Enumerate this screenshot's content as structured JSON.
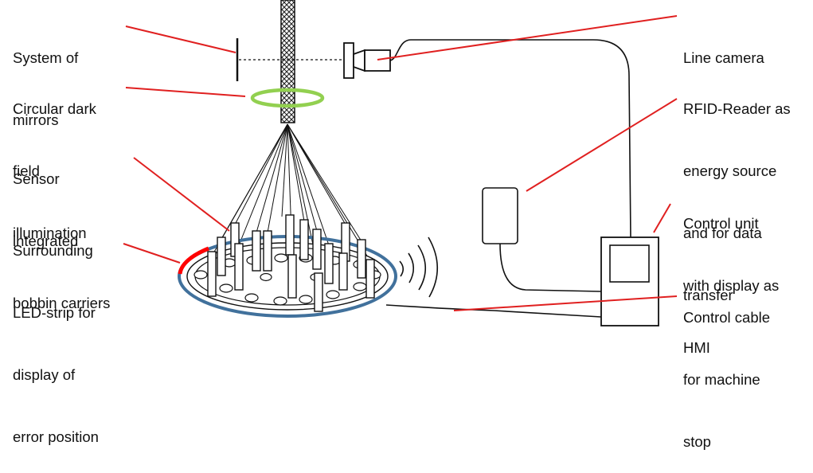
{
  "labels": {
    "system_of_mirrors": [
      "System of",
      "mirrors"
    ],
    "circular_dark_field": [
      "Circular dark",
      "field",
      "illumination"
    ],
    "sensor_bobbin": [
      "Sensor",
      "integrated",
      "bobbin carriers"
    ],
    "led_strip": [
      "Surrounding",
      "LED-strip for",
      "display of",
      "error position"
    ],
    "line_camera": [
      "Line camera"
    ],
    "rfid_reader": [
      "RFID-Reader as",
      "energy source",
      "and for data",
      "transfer"
    ],
    "control_unit": [
      "Control unit",
      "with display as",
      "HMI"
    ],
    "control_cable": [
      "Control cable",
      "for machine",
      "stop"
    ]
  },
  "colors": {
    "callout": "#e02020",
    "illumination_ring": "#92d050",
    "led_track": "#41719c",
    "led_error": "#ff0000",
    "outline": "#111111"
  }
}
